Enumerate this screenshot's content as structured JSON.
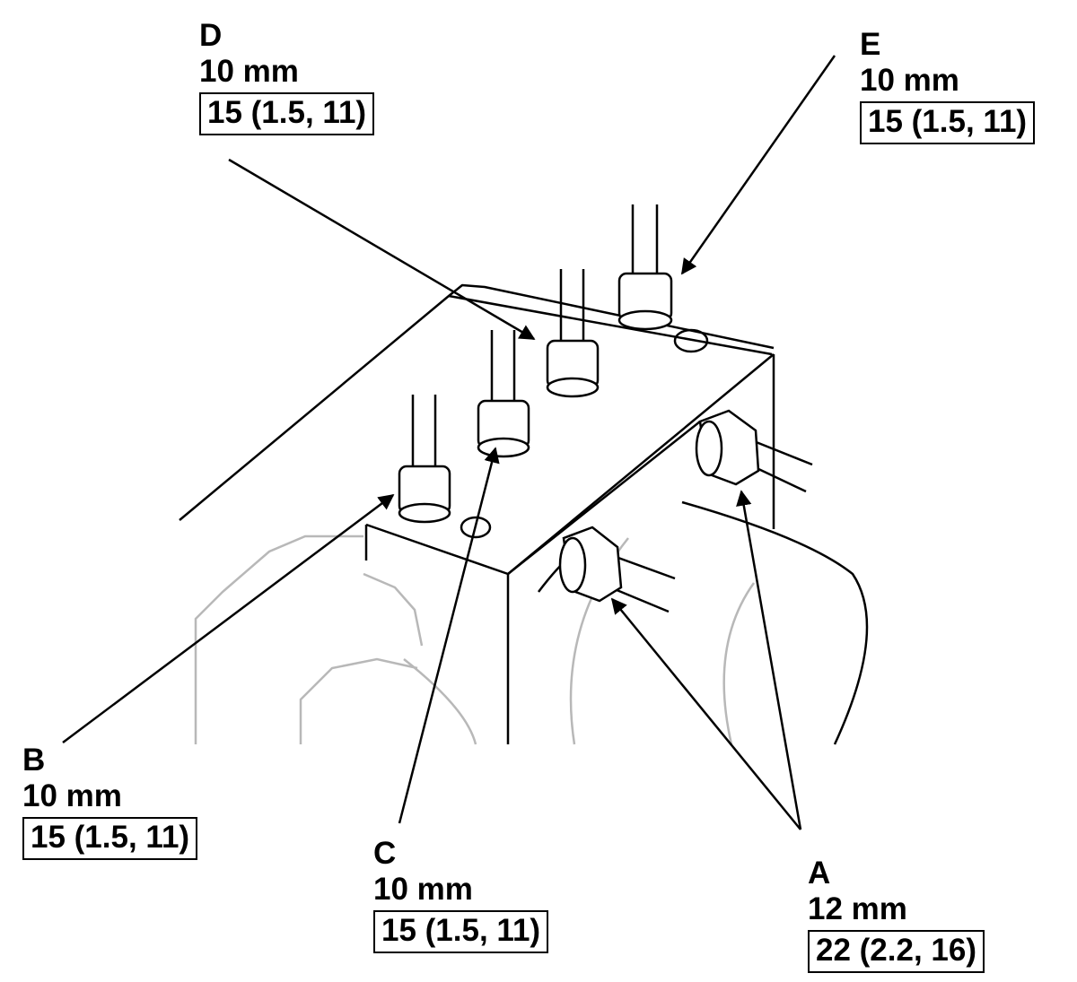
{
  "callouts": {
    "D": {
      "letter": "D",
      "size": "10 mm",
      "torque": "15 (1.5, 11)"
    },
    "E": {
      "letter": "E",
      "size": "10 mm",
      "torque": "15 (1.5, 11)"
    },
    "B": {
      "letter": "B",
      "size": "10 mm",
      "torque": "15 (1.5, 11)"
    },
    "C": {
      "letter": "C",
      "size": "10 mm",
      "torque": "15 (1.5, 11)"
    },
    "A": {
      "letter": "A",
      "size": "12 mm",
      "torque": "22 (2.2, 16)"
    }
  },
  "colors": {
    "line": "#000000",
    "background_part": "#b8b8b8",
    "fill": "#ffffff"
  }
}
